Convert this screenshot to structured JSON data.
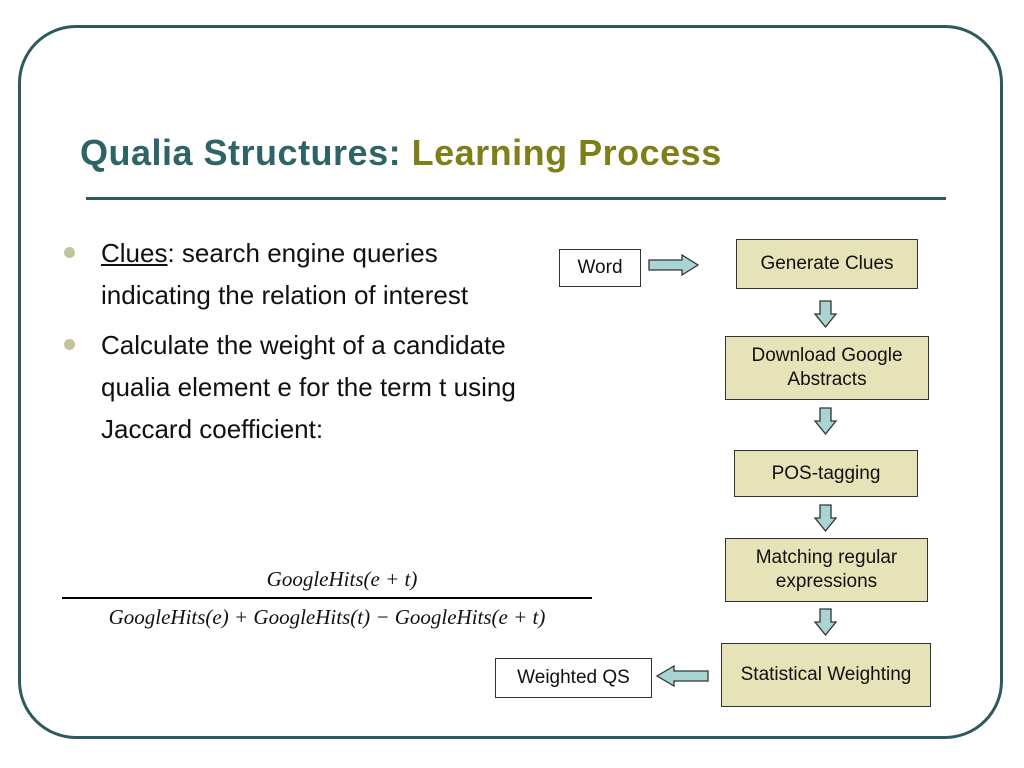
{
  "slide": {
    "title_main": "Qualia Structures: ",
    "title_accent": "Learning Process",
    "bullets": [
      {
        "lead": "Clues",
        "text": ": search engine queries indicating the relation of interest"
      },
      {
        "lead": "",
        "text": "Calculate the weight of a candidate qualia element e for the term t using Jaccard coefficient:"
      }
    ],
    "formula": {
      "numerator": "GoogleHits(e + t)",
      "denominator": "GoogleHits(e) + GoogleHits(t) − GoogleHits(e + t)"
    }
  },
  "flow": {
    "input_label": "Word",
    "output_label": "Weighted QS",
    "steps": [
      "Generate Clues",
      "Download Google Abstracts",
      "POS-tagging",
      "Matching regular expressions",
      "Statistical Weighting"
    ]
  },
  "colors": {
    "frame": "#2e5a5c",
    "title_main": "#2e6466",
    "title_accent": "#7f7f1a",
    "step_fill": "#e6e3b8",
    "arrow_fill": "#a8d4d4"
  }
}
